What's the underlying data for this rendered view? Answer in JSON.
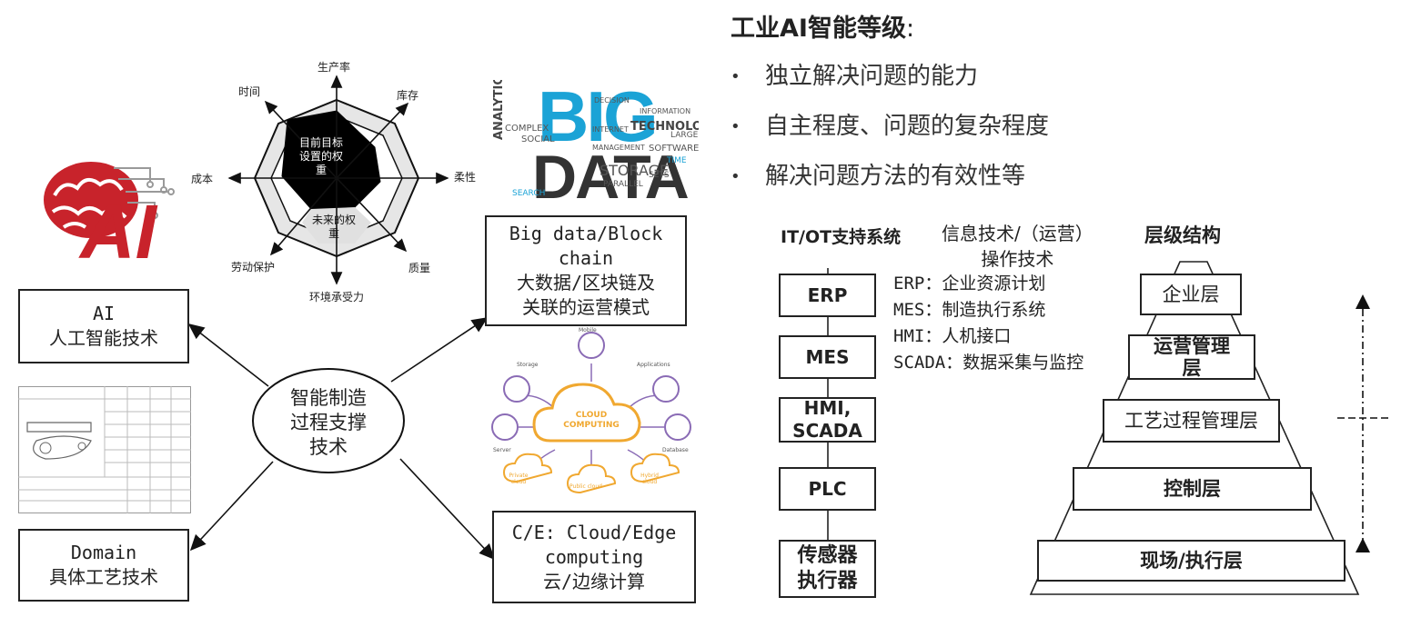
{
  "header": {
    "title": "工业AI智能等级",
    "colon": ":",
    "bullets": [
      "独立解决问题的能力",
      "自主程度、问题的复杂程度",
      "解决问题方法的有效性等"
    ],
    "bullet_symbol": "•"
  },
  "center": {
    "hub_lines": [
      "智能制造",
      "过程支撑",
      "技术"
    ],
    "ai_box": [
      "AI",
      "人工智能技术"
    ],
    "bigdata_box": [
      "Big data/Block",
      "chain",
      "大数据/区块链及",
      "关联的运营模式"
    ],
    "domain_box": [
      "Domain",
      "具体工艺技术"
    ],
    "cloud_box": [
      "C/E: Cloud/Edge",
      "computing",
      "云/边缘计算"
    ]
  },
  "radar": {
    "axes": [
      "生产率",
      "库存",
      "柔性",
      "质量",
      "环境承受力",
      "劳动保护",
      "成本",
      "时间"
    ],
    "current_label": [
      "目前目标",
      "设置的权",
      "重"
    ],
    "future_label": [
      "未来的权",
      "重"
    ]
  },
  "logos": {
    "ai_text": "AI",
    "big_text": "BIG",
    "data_text": "DATA",
    "cloud_center": [
      "CLOUD",
      "COMPUTING"
    ],
    "cloud_items": [
      "Mobile",
      "Storage",
      "Applications",
      "Server",
      "Database",
      "Private cloud",
      "Public cloud",
      "Hybrid cloud"
    ],
    "wordcloud": [
      "ANALYTICS",
      "TECHNOLOGIES",
      "INTERNET",
      "STORAGE",
      "COMPLEX",
      "SOFTWARE",
      "DECISION",
      "PARALLEL",
      "SEARCH",
      "MANAGEMENT",
      "SOCIAL",
      "SETS",
      "INFORMATION",
      "LARGE",
      "TIME"
    ]
  },
  "stack": {
    "header_left": "IT/OT支持系统",
    "header_mid": [
      "信息技术/（运营）",
      "操作技术"
    ],
    "items": [
      "ERP",
      "MES",
      "HMI,\nSCADA",
      "PLC",
      "传感器\n执行器"
    ],
    "definitions": [
      "ERP：企业资源计划",
      "MES：制造执行系统",
      "HMI：人机接口",
      "SCADA：数据采集与监控"
    ]
  },
  "pyramid": {
    "header": "层级结构",
    "levels": [
      "企业层",
      "运营管理\n层",
      "工艺过程管理层",
      "控制层",
      "现场/执行层"
    ]
  }
}
